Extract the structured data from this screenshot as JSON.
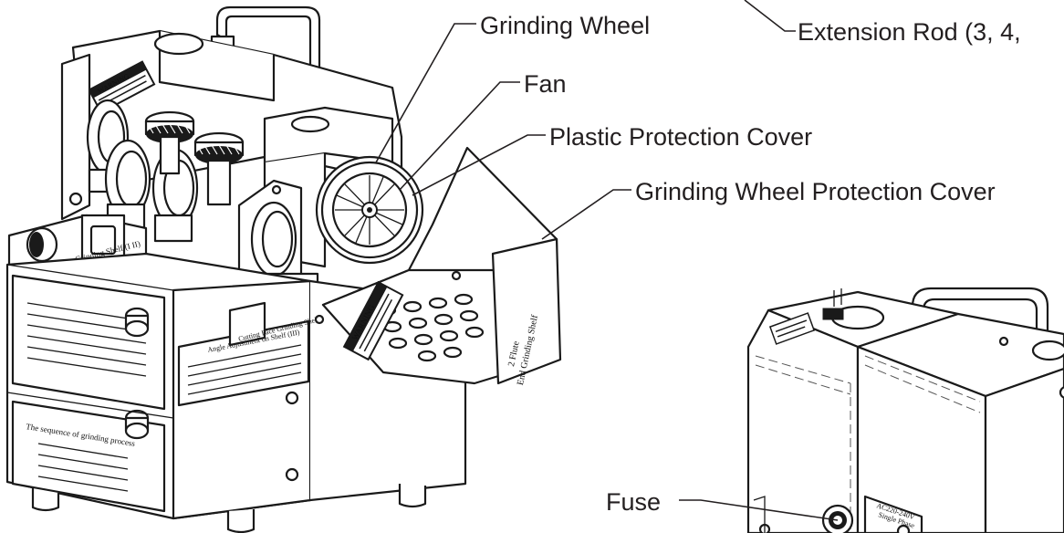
{
  "callouts": {
    "extension_rod": "Extension Rod (3, 4,",
    "grinding_wheel": "Grinding Wheel",
    "fan": "Fan",
    "plastic_cover": "Plastic Protection Cover",
    "wheel_cover": "Grinding Wheel Protection Cover",
    "fuse": "Fuse"
  },
  "machine_labels": {
    "warning_top": "WARNING",
    "warning_tray": "WARNING",
    "chisel_shelf": "Chisel Face Grinding Shelf (I II)",
    "cutting_face_shelf": "Cutting Face Grinding Shelf",
    "angle_plate_title": "Angle Adjustment on Shelf (III)",
    "process_plate_title": "The sequence of grinding process",
    "tray_side_text": "End Grinding Shelf",
    "tray_side_text2": "2 Flute",
    "power_label": "AC220-240V",
    "power_label2": "Single Phase"
  }
}
